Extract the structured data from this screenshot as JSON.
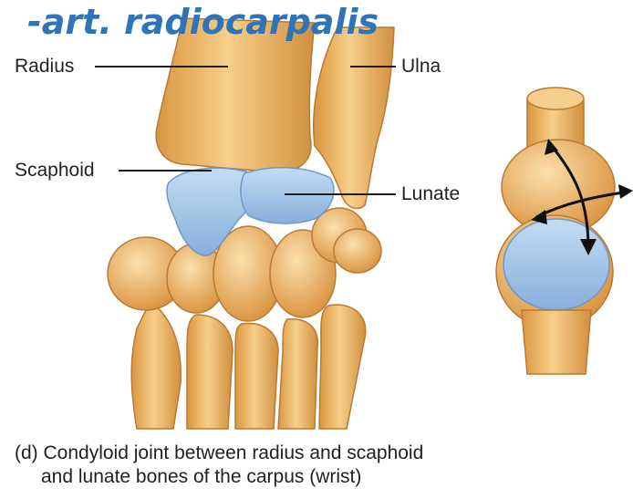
{
  "heading": "-art. radiocarpalis",
  "labels": {
    "radius": "Radius",
    "ulna": "Ulna",
    "scaphoid": "Scaphoid",
    "lunate": "Lunate"
  },
  "caption": {
    "line1": "(d) Condyloid joint between radius and scaphoid",
    "line2": "and lunate bones of the carpus (wrist)"
  },
  "colors": {
    "bone": "#f0b866",
    "bone_light": "#f9dba3",
    "bone_dark": "#c98a3c",
    "cartilage": "#9dc1e6",
    "arrow": "#111111",
    "heading": "#2f74b8"
  }
}
